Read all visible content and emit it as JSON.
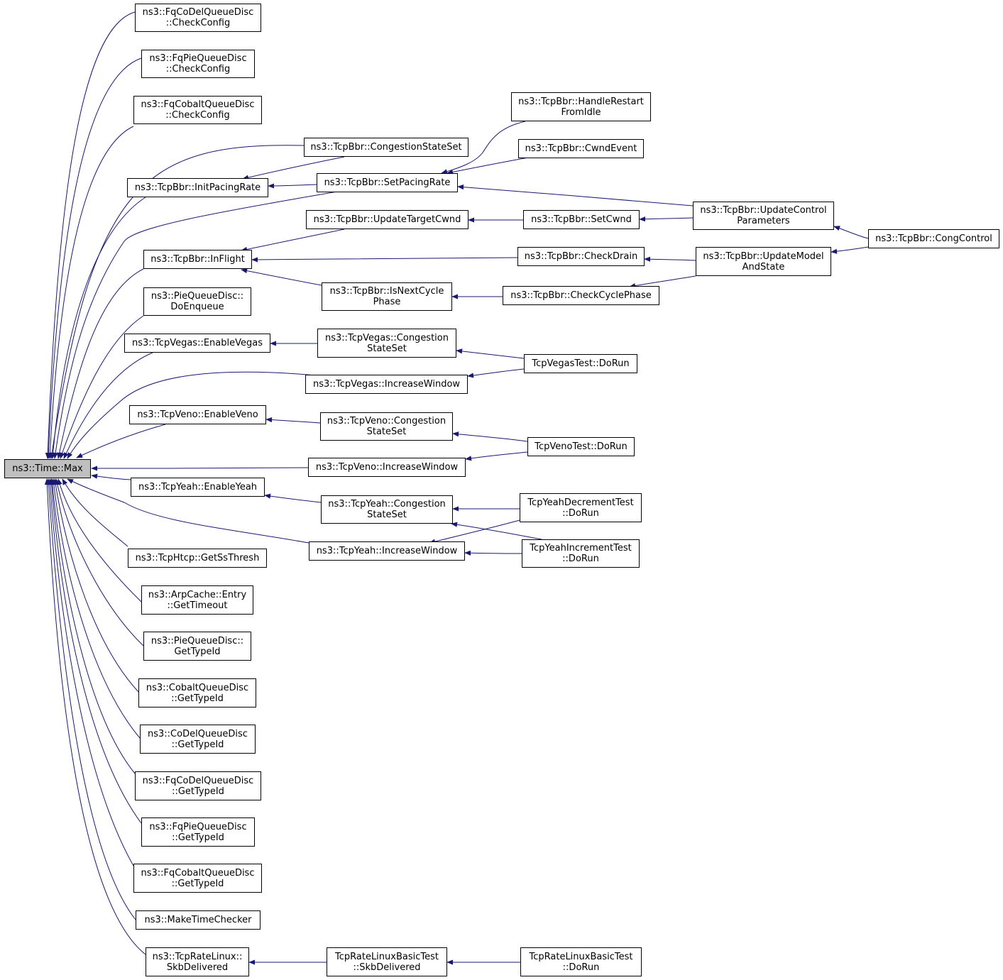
{
  "colors": {
    "edge": "#191970",
    "root_fill": "#bfbfbf",
    "node_border": "#000000",
    "node_fill": "#ffffff"
  },
  "nodes": [
    {
      "id": "root",
      "lines": [
        "ns3::Time::Max"
      ]
    },
    {
      "id": "fqcodel_check",
      "lines": [
        "ns3::FqCoDelQueueDisc",
        "::CheckConfig"
      ]
    },
    {
      "id": "fqpie_check",
      "lines": [
        "ns3::FqPieQueueDisc",
        "::CheckConfig"
      ]
    },
    {
      "id": "fqcobalt_check",
      "lines": [
        "ns3::FqCobaltQueueDisc",
        "::CheckConfig"
      ]
    },
    {
      "id": "bbr_congstate",
      "lines": [
        "ns3::TcpBbr::CongestionStateSet"
      ]
    },
    {
      "id": "bbr_initpacing",
      "lines": [
        "ns3::TcpBbr::InitPacingRate"
      ]
    },
    {
      "id": "bbr_setpacing",
      "lines": [
        "ns3::TcpBbr::SetPacingRate"
      ]
    },
    {
      "id": "bbr_handlerestart",
      "lines": [
        "ns3::TcpBbr::HandleRestart",
        "FromIdle"
      ]
    },
    {
      "id": "bbr_cwndevent",
      "lines": [
        "ns3::TcpBbr::CwndEvent"
      ]
    },
    {
      "id": "bbr_updatecontrol",
      "lines": [
        "ns3::TcpBbr::UpdateControl",
        "Parameters"
      ]
    },
    {
      "id": "bbr_congcontrol",
      "lines": [
        "ns3::TcpBbr::CongControl"
      ]
    },
    {
      "id": "bbr_updatetarget",
      "lines": [
        "ns3::TcpBbr::UpdateTargetCwnd"
      ]
    },
    {
      "id": "bbr_setcwnd",
      "lines": [
        "ns3::TcpBbr::SetCwnd"
      ]
    },
    {
      "id": "bbr_inflight",
      "lines": [
        "ns3::TcpBbr::InFlight"
      ]
    },
    {
      "id": "bbr_checkdrain",
      "lines": [
        "ns3::TcpBbr::CheckDrain"
      ]
    },
    {
      "id": "bbr_updatemodel",
      "lines": [
        "ns3::TcpBbr::UpdateModel",
        "AndState"
      ]
    },
    {
      "id": "bbr_isnextcycle",
      "lines": [
        "ns3::TcpBbr::IsNextCycle",
        "Phase"
      ]
    },
    {
      "id": "bbr_checkcycle",
      "lines": [
        "ns3::TcpBbr::CheckCyclePhase"
      ]
    },
    {
      "id": "pie_doenqueue",
      "lines": [
        "ns3::PieQueueDisc::",
        "DoEnqueue"
      ]
    },
    {
      "id": "vegas_enable",
      "lines": [
        "ns3::TcpVegas::EnableVegas"
      ]
    },
    {
      "id": "vegas_congstate",
      "lines": [
        "ns3::TcpVegas::Congestion",
        "StateSet"
      ]
    },
    {
      "id": "vegas_test",
      "lines": [
        "TcpVegasTest::DoRun"
      ]
    },
    {
      "id": "vegas_incwin",
      "lines": [
        "ns3::TcpVegas::IncreaseWindow"
      ]
    },
    {
      "id": "veno_enable",
      "lines": [
        "ns3::TcpVeno::EnableVeno"
      ]
    },
    {
      "id": "veno_congstate",
      "lines": [
        "ns3::TcpVeno::Congestion",
        "StateSet"
      ]
    },
    {
      "id": "veno_test",
      "lines": [
        "TcpVenoTest::DoRun"
      ]
    },
    {
      "id": "veno_incwin",
      "lines": [
        "ns3::TcpVeno::IncreaseWindow"
      ]
    },
    {
      "id": "yeah_enable",
      "lines": [
        "ns3::TcpYeah::EnableYeah"
      ]
    },
    {
      "id": "yeah_congstate",
      "lines": [
        "ns3::TcpYeah::Congestion",
        "StateSet"
      ]
    },
    {
      "id": "yeah_dectest",
      "lines": [
        "TcpYeahDecrementTest",
        "::DoRun"
      ]
    },
    {
      "id": "yeah_inctest",
      "lines": [
        "TcpYeahIncrementTest",
        "::DoRun"
      ]
    },
    {
      "id": "yeah_incwin",
      "lines": [
        "ns3::TcpYeah::IncreaseWindow"
      ]
    },
    {
      "id": "htcp_getss",
      "lines": [
        "ns3::TcpHtcp::GetSsThresh"
      ]
    },
    {
      "id": "arp_gettimeout",
      "lines": [
        "ns3::ArpCache::Entry",
        "::GetTimeout"
      ]
    },
    {
      "id": "pie_gettypeid",
      "lines": [
        "ns3::PieQueueDisc::",
        "GetTypeId"
      ]
    },
    {
      "id": "cobalt_gettypeid",
      "lines": [
        "ns3::CobaltQueueDisc",
        "::GetTypeId"
      ]
    },
    {
      "id": "codel_gettypeid",
      "lines": [
        "ns3::CoDelQueueDisc",
        "::GetTypeId"
      ]
    },
    {
      "id": "fqcodel_gettypeid",
      "lines": [
        "ns3::FqCoDelQueueDisc",
        "::GetTypeId"
      ]
    },
    {
      "id": "fqpie_gettypeid",
      "lines": [
        "ns3::FqPieQueueDisc",
        "::GetTypeId"
      ]
    },
    {
      "id": "fqcobalt_gettypeid",
      "lines": [
        "ns3::FqCobaltQueueDisc",
        "::GetTypeId"
      ]
    },
    {
      "id": "make_timechecker",
      "lines": [
        "ns3::MakeTimeChecker"
      ]
    },
    {
      "id": "ratelinux_skb",
      "lines": [
        "ns3::TcpRateLinux::",
        "SkbDelivered"
      ]
    },
    {
      "id": "ratelinux_test_skb",
      "lines": [
        "TcpRateLinuxBasicTest",
        "::SkbDelivered"
      ]
    },
    {
      "id": "ratelinux_test_run",
      "lines": [
        "TcpRateLinuxBasicTest",
        "::DoRun"
      ]
    }
  ],
  "edges": [
    [
      "fqcodel_check",
      "root"
    ],
    [
      "fqpie_check",
      "root"
    ],
    [
      "fqcobalt_check",
      "root"
    ],
    [
      "bbr_congstate",
      "root"
    ],
    [
      "bbr_initpacing",
      "root"
    ],
    [
      "bbr_setpacing",
      "root"
    ],
    [
      "bbr_inflight",
      "root"
    ],
    [
      "pie_doenqueue",
      "root"
    ],
    [
      "vegas_enable",
      "root"
    ],
    [
      "vegas_incwin",
      "root"
    ],
    [
      "veno_enable",
      "root"
    ],
    [
      "veno_incwin",
      "root"
    ],
    [
      "yeah_enable",
      "root"
    ],
    [
      "yeah_incwin",
      "root"
    ],
    [
      "htcp_getss",
      "root"
    ],
    [
      "arp_gettimeout",
      "root"
    ],
    [
      "pie_gettypeid",
      "root"
    ],
    [
      "cobalt_gettypeid",
      "root"
    ],
    [
      "codel_gettypeid",
      "root"
    ],
    [
      "fqcodel_gettypeid",
      "root"
    ],
    [
      "fqpie_gettypeid",
      "root"
    ],
    [
      "fqcobalt_gettypeid",
      "root"
    ],
    [
      "make_timechecker",
      "root"
    ],
    [
      "ratelinux_skb",
      "root"
    ],
    [
      "bbr_congstate",
      "bbr_initpacing"
    ],
    [
      "bbr_setpacing",
      "bbr_initpacing"
    ],
    [
      "bbr_handlerestart",
      "bbr_setpacing"
    ],
    [
      "bbr_cwndevent",
      "bbr_setpacing"
    ],
    [
      "bbr_updatecontrol",
      "bbr_setpacing"
    ],
    [
      "bbr_congcontrol",
      "bbr_updatecontrol"
    ],
    [
      "bbr_updatetarget",
      "bbr_inflight"
    ],
    [
      "bbr_checkdrain",
      "bbr_inflight"
    ],
    [
      "bbr_isnextcycle",
      "bbr_inflight"
    ],
    [
      "bbr_setcwnd",
      "bbr_updatetarget"
    ],
    [
      "bbr_updatecontrol",
      "bbr_setcwnd"
    ],
    [
      "bbr_updatemodel",
      "bbr_checkdrain"
    ],
    [
      "bbr_congcontrol",
      "bbr_updatemodel"
    ],
    [
      "bbr_checkcycle",
      "bbr_isnextcycle"
    ],
    [
      "bbr_updatemodel",
      "bbr_checkcycle"
    ],
    [
      "vegas_congstate",
      "vegas_enable"
    ],
    [
      "vegas_test",
      "vegas_congstate"
    ],
    [
      "vegas_test",
      "vegas_incwin"
    ],
    [
      "veno_congstate",
      "veno_enable"
    ],
    [
      "veno_test",
      "veno_congstate"
    ],
    [
      "veno_test",
      "veno_incwin"
    ],
    [
      "yeah_congstate",
      "yeah_enable"
    ],
    [
      "yeah_dectest",
      "yeah_congstate"
    ],
    [
      "yeah_inctest",
      "yeah_congstate"
    ],
    [
      "yeah_dectest",
      "yeah_incwin"
    ],
    [
      "yeah_inctest",
      "yeah_incwin"
    ],
    [
      "ratelinux_test_skb",
      "ratelinux_skb"
    ],
    [
      "ratelinux_test_run",
      "ratelinux_test_skb"
    ]
  ]
}
